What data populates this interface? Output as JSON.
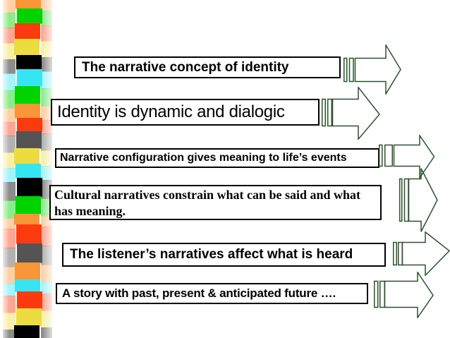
{
  "slide": {
    "background": "#ffffff"
  },
  "textboxes": [
    {
      "text": "The narrative concept of identity"
    },
    {
      "text": "Identity is dynamic and dialogic"
    },
    {
      "text": "Narrative configuration gives meaning to life’s events"
    },
    {
      "text": "Cultural narratives constrain what can be said and what has meaning."
    },
    {
      "text": "The listener’s narratives affect what is heard"
    },
    {
      "text": "A story with past, present & anticipated future …."
    }
  ],
  "arrows": {
    "style": "striped-right-arrow-outline",
    "color": "#2b522b",
    "count": 6
  },
  "ribbon": {
    "side_opacity": 0.45,
    "rows": [
      {
        "color": "#FA9638",
        "h": 12
      },
      {
        "color": "#00D400",
        "h": 21
      },
      {
        "color": "#FB3B0F",
        "h": 22
      },
      {
        "color": "#EDDC40",
        "h": 23
      },
      {
        "color": "#000000",
        "h": 20
      },
      {
        "color": "#35E6F2",
        "h": 24
      },
      {
        "color": "#00D400",
        "h": 25
      },
      {
        "color": "#FA9638",
        "h": 20
      },
      {
        "color": "#FB3B0F",
        "h": 19
      },
      {
        "color": "#545454",
        "h": 24
      },
      {
        "color": "#EDDC40",
        "h": 22
      },
      {
        "color": "#35E6F2",
        "h": 20
      },
      {
        "color": "#000000",
        "h": 26
      },
      {
        "color": "#00D400",
        "h": 25
      },
      {
        "color": "#FA9638",
        "h": 15
      },
      {
        "color": "#FB3B0F",
        "h": 27
      },
      {
        "color": "#545454",
        "h": 27
      },
      {
        "color": "#FA9638",
        "h": 24
      },
      {
        "color": "#35E6F2",
        "h": 17
      },
      {
        "color": "#FB3B0F",
        "h": 24
      },
      {
        "color": "#EDDC40",
        "h": 24
      },
      {
        "color": "#000000",
        "h": 18
      }
    ]
  }
}
